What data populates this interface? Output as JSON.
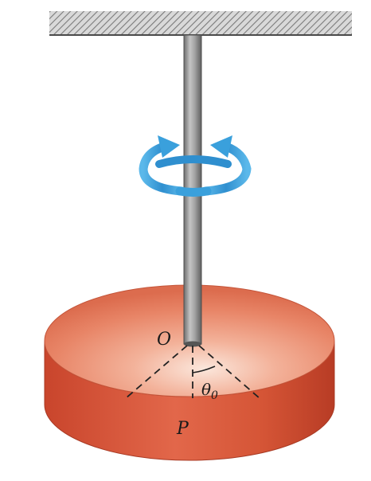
{
  "labels": {
    "origin": "O",
    "point": "P",
    "angle_symbol": "θ",
    "angle_subscript": "0"
  },
  "colors": {
    "disk_top": "#ee8c6e",
    "disk_side": "#d8553a",
    "rod": "#8f8f8f",
    "ceiling_hatch": "#8a8a8a",
    "rotation_arrow": "#3aa0dc"
  },
  "icons": {
    "rotation": "rotation-arrow-icon"
  }
}
